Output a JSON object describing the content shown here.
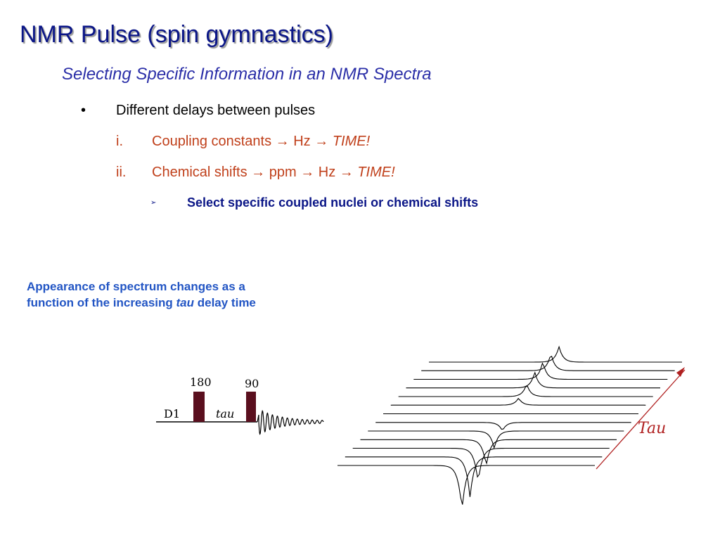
{
  "slide": {
    "title": "NMR Pulse (spin gymnastics)",
    "subtitle": "Selecting Specific Information in an NMR Spectra",
    "bullet": {
      "marker": "•",
      "text": "Different delays between pulses"
    },
    "items": [
      {
        "number": "i.",
        "parts": [
          "Coupling constants",
          "Hz",
          "TIME!"
        ]
      },
      {
        "number": "ii.",
        "parts": [
          "Chemical shifts",
          "ppm",
          "Hz",
          "TIME!"
        ]
      }
    ],
    "arrow_glyph": "→",
    "sub_marker": "➢",
    "sub_bullet": "Select specific coupled nuclei or chemical shifts",
    "caption": {
      "line1": "Appearance of spectrum changes as a",
      "line2_pre": "function of the increasing ",
      "line2_em": "tau",
      "line2_post": " delay time"
    }
  },
  "pulse_diagram": {
    "pulse1_label": "180",
    "pulse2_label": "90",
    "delay_label": "D1",
    "tau_label": "tau",
    "pulse_color": "#5a0f1e"
  },
  "spectrum": {
    "axis_label": "Tau",
    "axis_color": "#b02020",
    "trace_count": 13
  }
}
